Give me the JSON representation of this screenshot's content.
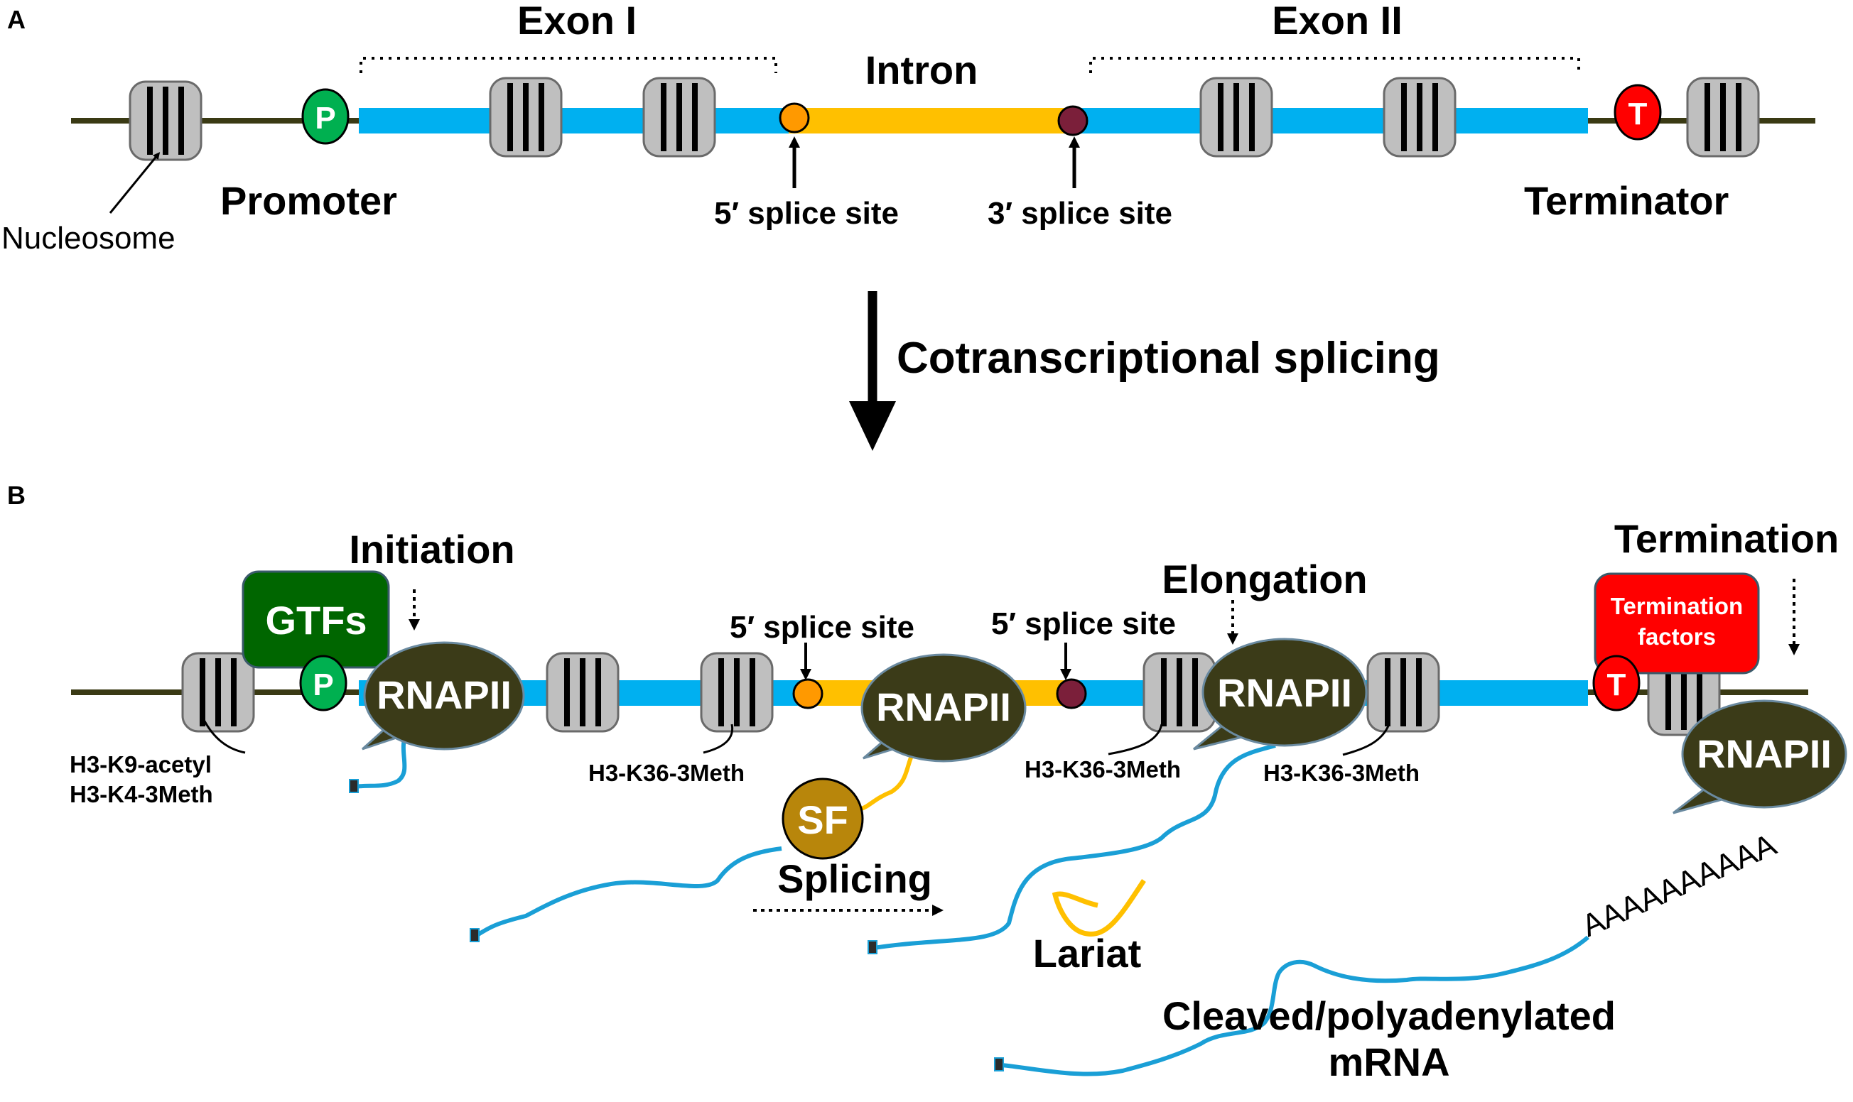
{
  "panel_a": {
    "panel_label": "A",
    "exon1": "Exon I",
    "exon2": "Exon II",
    "intron": "Intron",
    "promoter_letter": "P",
    "terminator_letter": "T",
    "promoter": "Promoter",
    "terminator": "Terminator",
    "nucleosome": "Nucleosome",
    "five_splice": "5′ splice site",
    "three_splice": "3′ splice site"
  },
  "transition": {
    "label": "Cotranscriptional splicing"
  },
  "panel_b": {
    "panel_label": "B",
    "initiation": "Initiation",
    "elongation": "Elongation",
    "termination": "Termination",
    "gtfs": "GTFs",
    "termination_factors_line1": "Termination",
    "termination_factors_line2": "factors",
    "promoter_letter": "P",
    "terminator_letter": "T",
    "splice_label_1": "5′ splice site",
    "splice_label_2": "5′ splice site",
    "rnapii_1": "RNAPII",
    "rnapii_2": "RNAPII",
    "rnapii_3": "RNAPII",
    "rnapii_4": "RNAPII",
    "sf": "SF",
    "splicing": "Splicing",
    "lariat": "Lariat",
    "mark_1a": "H3-K9-acetyl",
    "mark_1b": "H3-K4-3Meth",
    "mark_2": "H3-K36-3Meth",
    "mark_3": "H3-K36-3Meth",
    "mark_4": "H3-K36-3Meth",
    "polya": "AAAAAAAAAA",
    "mrna_line1": "Cleaved/polyadenylated",
    "mrna_line2": "mRNA"
  },
  "colors": {
    "exon": "#00b0f0",
    "intron": "#ffc000",
    "dna": "#3a3a14",
    "nucleosome": "#bfbfbf",
    "promoter": "#00b050",
    "terminator": "#ff0000",
    "five_site": "#ff9900",
    "three_site": "#7b1f3a",
    "rnapii": "#3b3b18",
    "gtfs": "#006600",
    "sf": "#b8860b"
  }
}
